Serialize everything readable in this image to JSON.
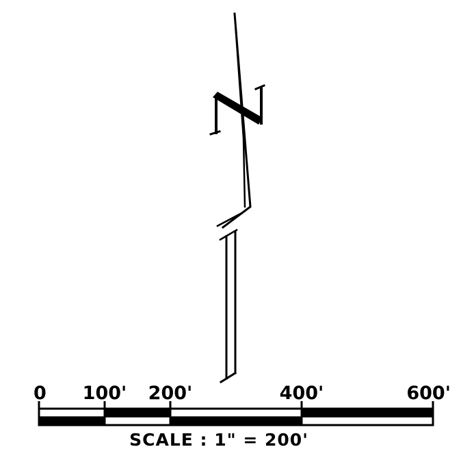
{
  "north_arrow": {
    "letter": "N"
  },
  "scale_bar": {
    "ticks": [
      {
        "value": 0,
        "label": "0"
      },
      {
        "value": 100,
        "label": "100'"
      },
      {
        "value": 200,
        "label": "200'"
      },
      {
        "value": 400,
        "label": "400'"
      },
      {
        "value": 600,
        "label": "600'"
      }
    ],
    "segments": [
      {
        "from": 0,
        "to": 100,
        "upper": "white",
        "lower": "black"
      },
      {
        "from": 100,
        "to": 200,
        "upper": "black",
        "lower": "white"
      },
      {
        "from": 200,
        "to": 400,
        "upper": "white",
        "lower": "black"
      },
      {
        "from": 400,
        "to": 600,
        "upper": "black",
        "lower": "white"
      }
    ],
    "caption": "SCALE : 1\" = 200'"
  }
}
